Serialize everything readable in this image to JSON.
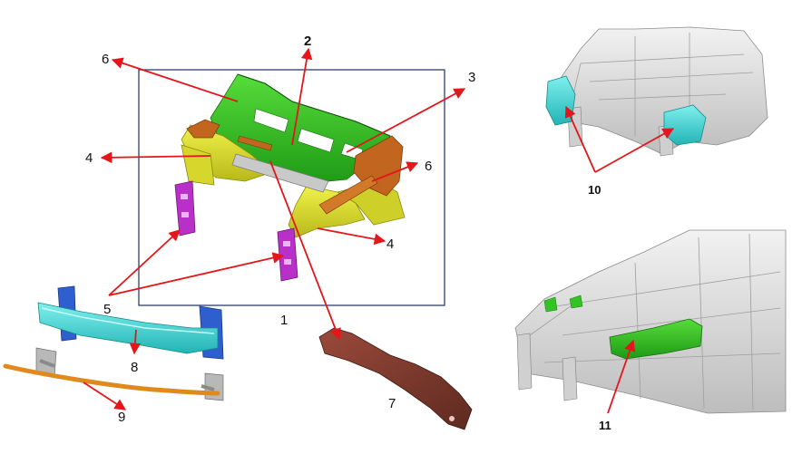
{
  "labels": {
    "l1": "1",
    "l2": "2",
    "l3": "3",
    "l4a": "4",
    "l4b": "4",
    "l5": "5",
    "l6a": "6",
    "l6b": "6",
    "l7": "7",
    "l8": "8",
    "l9": "9",
    "l10": "10",
    "l11": "11"
  },
  "colors": {
    "arrow": "#e4161b",
    "frame": "#2c3e6b",
    "green": "#33c424",
    "yellow": "#e6e62a",
    "orange": "#c2651e",
    "magenta": "#b930c9",
    "cyan": "#3ed8d8",
    "blue": "#2f5fcf",
    "bar_orange": "#e08a1e",
    "brown": "#7a3a2c",
    "gray": "#d8d8d8"
  }
}
